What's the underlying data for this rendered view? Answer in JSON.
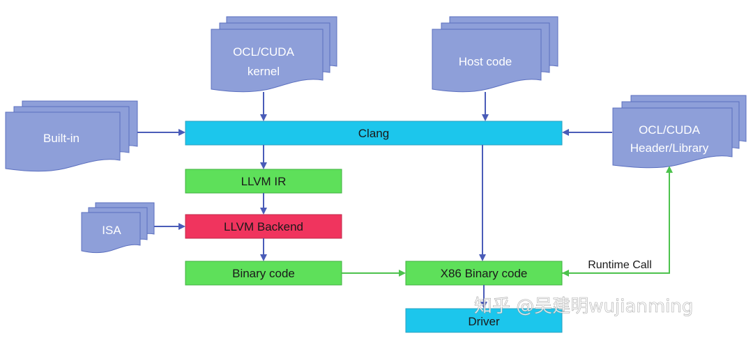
{
  "diagram": {
    "docs": {
      "kernel": {
        "line1": "OCL/CUDA",
        "line2": "kernel"
      },
      "host": {
        "label": "Host code"
      },
      "builtin": {
        "label": "Built-in"
      },
      "header": {
        "line1": "OCL/CUDA",
        "line2": "Header/Library"
      },
      "isa": {
        "label": "ISA"
      }
    },
    "boxes": {
      "clang": "Clang",
      "llvm_ir": "LLVM IR",
      "llvm_backend": "LLVM Backend",
      "binary_code": "Binary code",
      "x86_binary": "X86 Binary code",
      "driver": "Driver"
    },
    "edge_labels": {
      "runtime_call": "Runtime Call"
    },
    "watermark": "知乎 @吴建明wujianming",
    "colors": {
      "document": "#8e9fd9",
      "document_stroke": "#5b6fbf",
      "clang_box": "#1cc6ec",
      "green_box": "#5ee05a",
      "red_box": "#f0345e",
      "arrow_blue": "#4a5cb8",
      "arrow_green": "#4cc24c"
    }
  }
}
